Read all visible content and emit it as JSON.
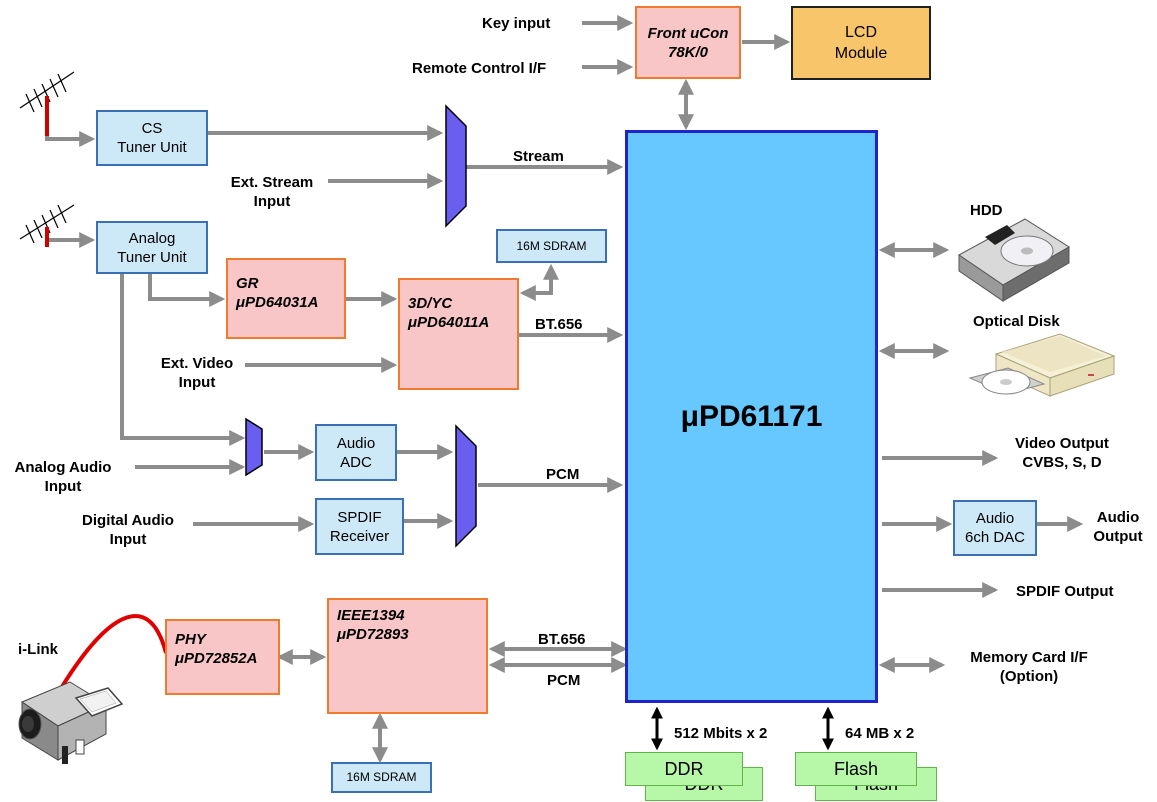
{
  "diagram": {
    "soc": {
      "title": "μPD61171"
    },
    "blocks": {
      "front_ucon": {
        "line1": "Front uCon",
        "line2": "78K/0"
      },
      "lcd": {
        "line1": "LCD",
        "line2": "Module"
      },
      "cs_tuner": {
        "line1": "CS",
        "line2": "Tuner Unit"
      },
      "analog_tuner": {
        "line1": "Analog",
        "line2": "Tuner Unit"
      },
      "gr": {
        "line1": "GR",
        "line2": "μPD64031A"
      },
      "yc": {
        "line1": "3D/YC",
        "line2": "μPD64011A"
      },
      "sdram_top": {
        "label": "16M SDRAM"
      },
      "audio_adc": {
        "line1": "Audio",
        "line2": "ADC"
      },
      "spdif_rx": {
        "line1": "SPDIF",
        "line2": "Receiver"
      },
      "phy": {
        "line1": "PHY",
        "line2": "μPD72852A"
      },
      "ieee": {
        "line1": "IEEE1394",
        "line2": "μPD72893"
      },
      "sdram_bottom": {
        "label": "16M SDRAM"
      },
      "audio_dac": {
        "line1": "Audio",
        "line2": "6ch DAC"
      },
      "ddr": {
        "label": "DDR",
        "shadow": "DDR"
      },
      "flash": {
        "label": "Flash",
        "shadow": "Flash"
      }
    },
    "labels": {
      "key_input": "Key input",
      "remote": "Remote Control I/F",
      "stream": "Stream",
      "ext_stream_1": "Ext. Stream",
      "ext_stream_2": "Input",
      "bt656_top": "BT.656",
      "ext_video_1": "Ext. Video",
      "ext_video_2": "Input",
      "analog_audio_1": "Analog Audio",
      "analog_audio_2": "Input",
      "digital_audio_1": "Digital Audio",
      "digital_audio_2": "Input",
      "pcm_top": "PCM",
      "ilink": "i-Link",
      "bt656_bottom": "BT.656",
      "pcm_bottom": "PCM",
      "hdd": "HDD",
      "optical": "Optical Disk",
      "video_out_1": "Video Output",
      "video_out_2": "CVBS, S, D",
      "audio_out_1": "Audio",
      "audio_out_2": "Output",
      "spdif_out": "SPDIF Output",
      "memcard_1": "Memory Card I/F",
      "memcard_2": "(Option)",
      "ddr_size": "512 Mbits x 2",
      "flash_size": "64 MB x 2"
    }
  }
}
